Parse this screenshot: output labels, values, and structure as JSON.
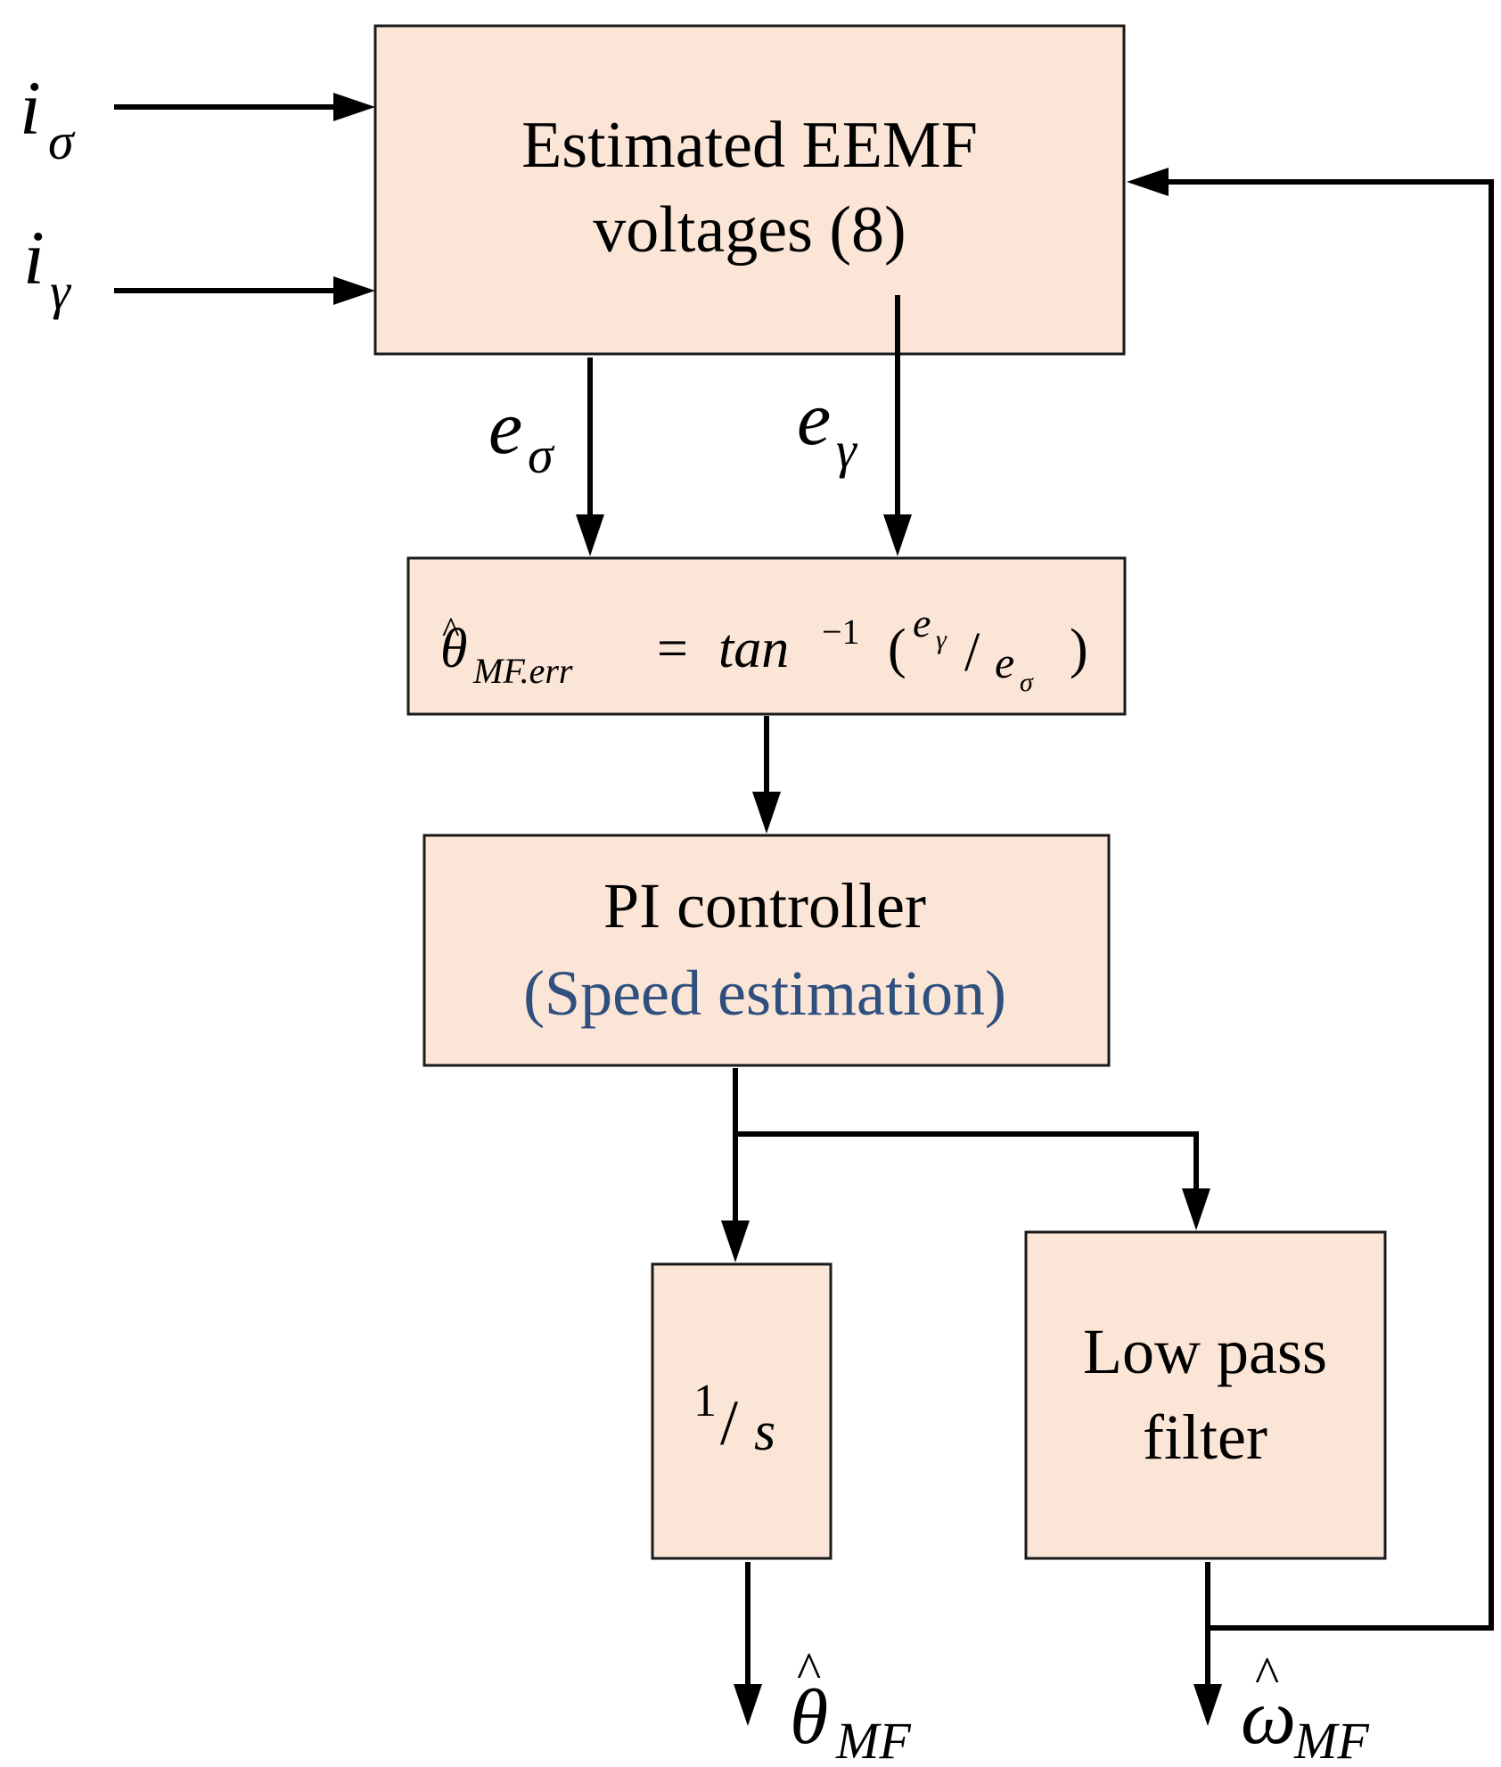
{
  "blocks": {
    "eemf": {
      "line1": "Estimated EEMF",
      "line2": "voltages (8)"
    },
    "error": {
      "theta": "θ",
      "hat": "^",
      "sub": "MF.err",
      "equals": "=",
      "func": "tan",
      "power": "−1",
      "open_paren": "(",
      "num": "e",
      "num_sub": "γ",
      "slash": "/",
      "den": "e",
      "den_sub": "σ",
      "close_paren": ")"
    },
    "pi": {
      "line1": "PI controller",
      "line2": "(Speed estimation)"
    },
    "integrator": {
      "num": "1",
      "slash": "/",
      "den": "s"
    },
    "lpf": {
      "line1": "Low pass",
      "line2": "filter"
    }
  },
  "signals": {
    "i_sigma": {
      "base": "i",
      "sub": "σ"
    },
    "i_gamma": {
      "base": "i",
      "sub": "γ"
    },
    "e_sigma": {
      "base": "e",
      "sub": "σ"
    },
    "e_gamma": {
      "base": "e",
      "sub": "γ"
    },
    "theta_out": {
      "base": "θ",
      "hat": "^",
      "sub": "MF"
    },
    "omega_out": {
      "base": "ω",
      "hat": "^",
      "sub": "MF"
    }
  },
  "colors": {
    "block_fill": "#fbe5d6",
    "note_text": "#2f4f7f"
  }
}
